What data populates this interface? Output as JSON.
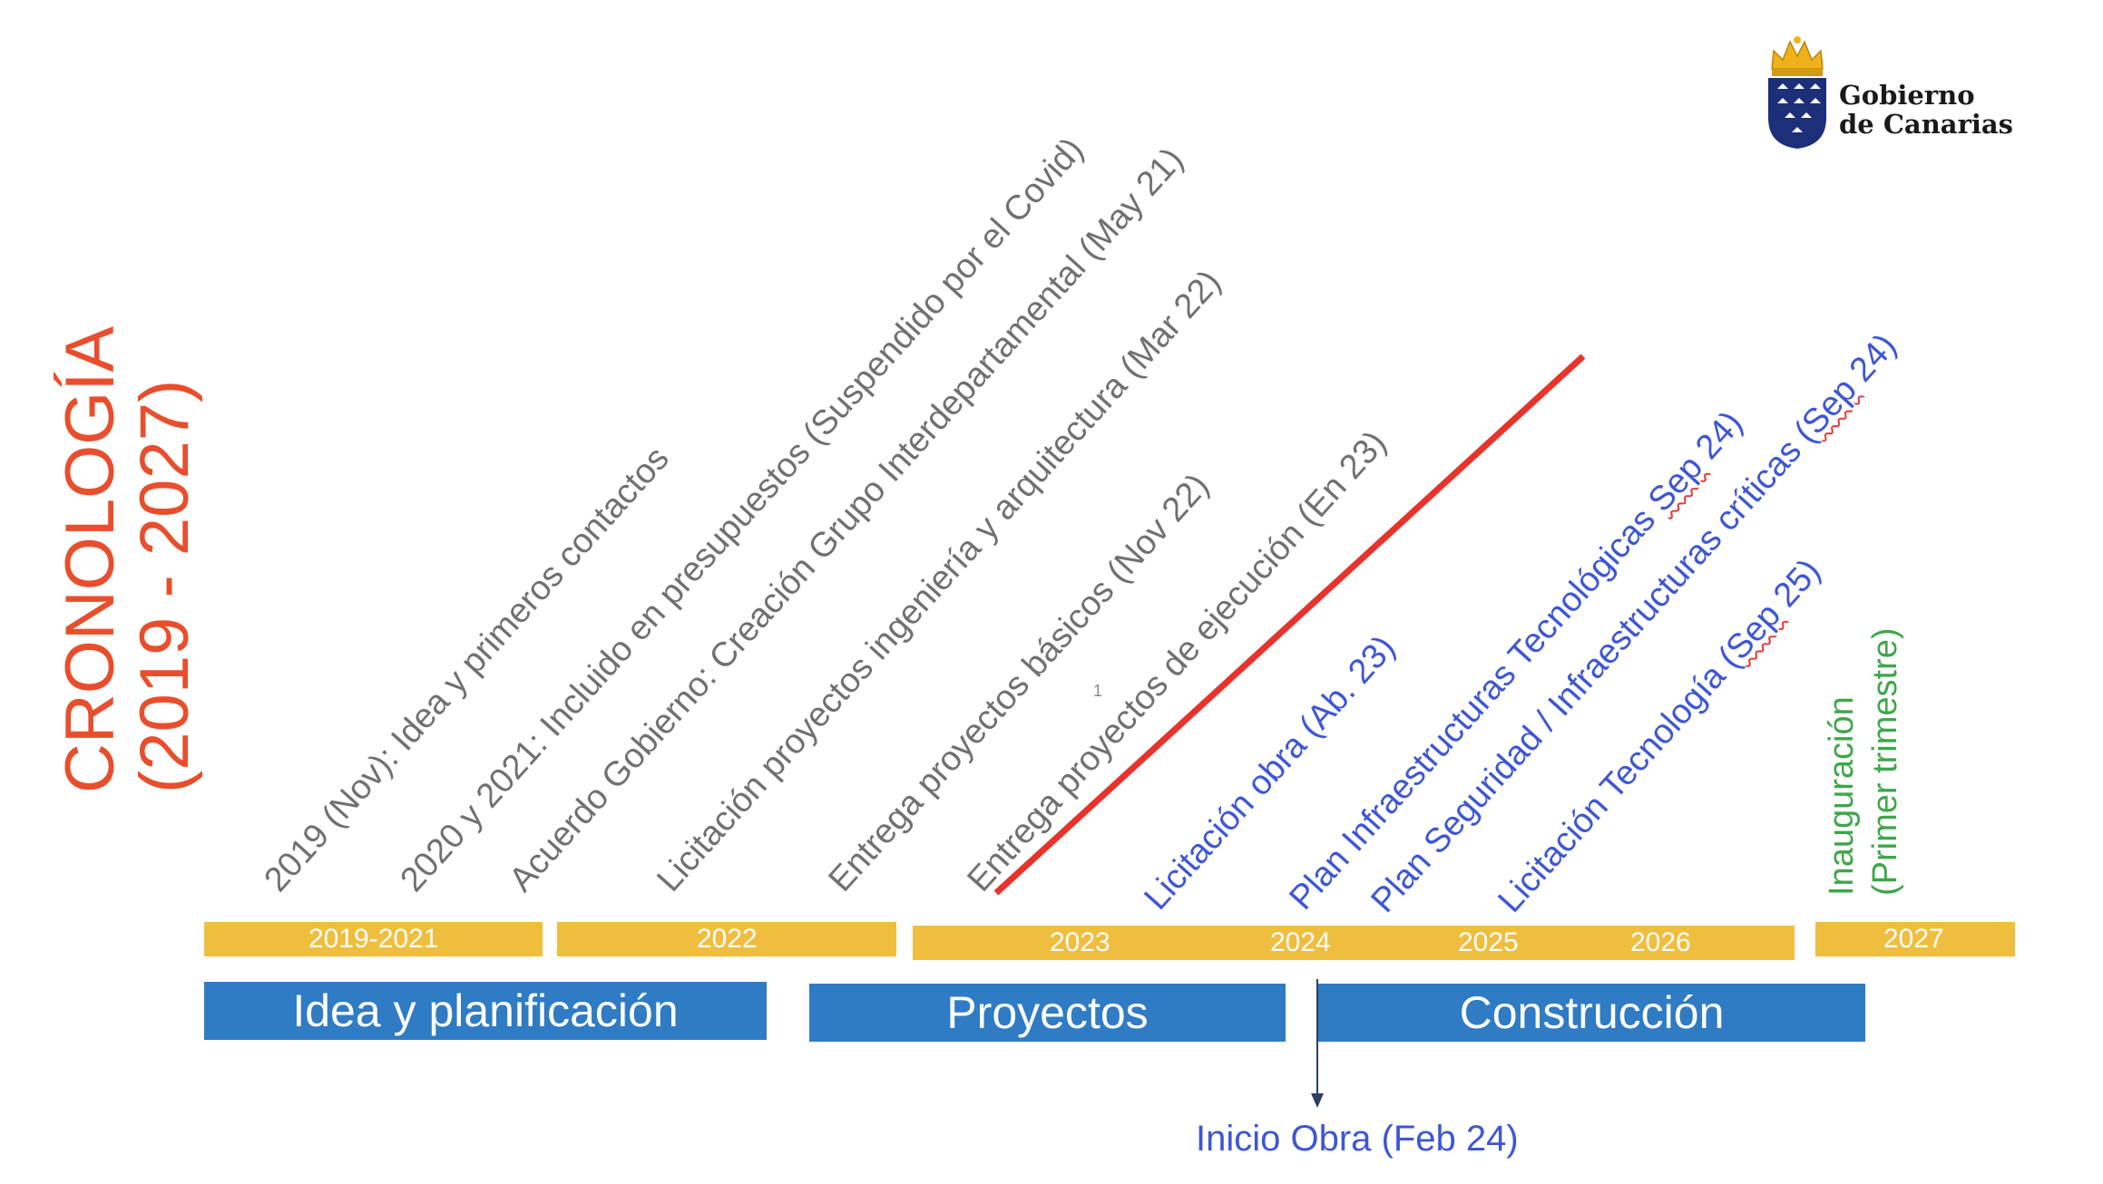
{
  "title": {
    "line1": "CRONOLOGÍA",
    "line2": "(2019 - 2027)",
    "color": "#e94e2c"
  },
  "logo": {
    "line1": "Gobierno",
    "line2": "de Canarias",
    "icon": "coat-of-arms-icon"
  },
  "milestones": [
    {
      "label": "2019 (Nov): Idea y primeros contactos",
      "color": "#707070"
    },
    {
      "label": "2020 y 2021: Incluido en presupuestos (Suspendido por el Covid)",
      "color": "#707070"
    },
    {
      "label": "Acuerdo Gobierno: Creación Grupo Interdepartamental (May 21)",
      "color": "#707070"
    },
    {
      "label": "Licitación proyectos ingeniería y arquitectura  (Mar 22)",
      "color": "#707070"
    },
    {
      "label": "Entrega proyectos básicos (Nov 22)",
      "color": "#707070"
    },
    {
      "label": "Entrega proyectos de ejecución (En 23)",
      "color": "#707070"
    },
    {
      "label": "Licitación obra (Ab. 23)",
      "color": "#3d56d6"
    },
    {
      "label_a": "Plan Infraestructuras Tecnológicas ",
      "label_b": "Sep",
      "label_c": " 24)",
      "color": "#3d56d6"
    },
    {
      "label_a": "Plan Seguridad / Infraestructuras críticas (",
      "label_b": "Sep",
      "label_c": " 24)",
      "color": "#3d56d6"
    },
    {
      "label_a": "Licitación Tecnología (",
      "label_b": "Sep",
      "label_c": " 25)",
      "color": "#3d56d6"
    }
  ],
  "inauguration": {
    "line1": "Inauguración",
    "line2": "(Primer trimestre)",
    "color": "#3ea64a"
  },
  "dot_mark": "1",
  "years": {
    "y2019_2021": "2019-2021",
    "y2022": "2022",
    "y2023": "2023",
    "y2024": "2024",
    "y2025": "2025",
    "y2026": "2026",
    "y2027": "2027",
    "color": "#f0be3e"
  },
  "phases": {
    "idea": "Idea y planificación",
    "proyectos": "Proyectos",
    "construccion": "Construcción",
    "color": "#2f7bc4"
  },
  "start_note": "Inicio Obra (Feb 24)",
  "divider_color": "#e8322a"
}
